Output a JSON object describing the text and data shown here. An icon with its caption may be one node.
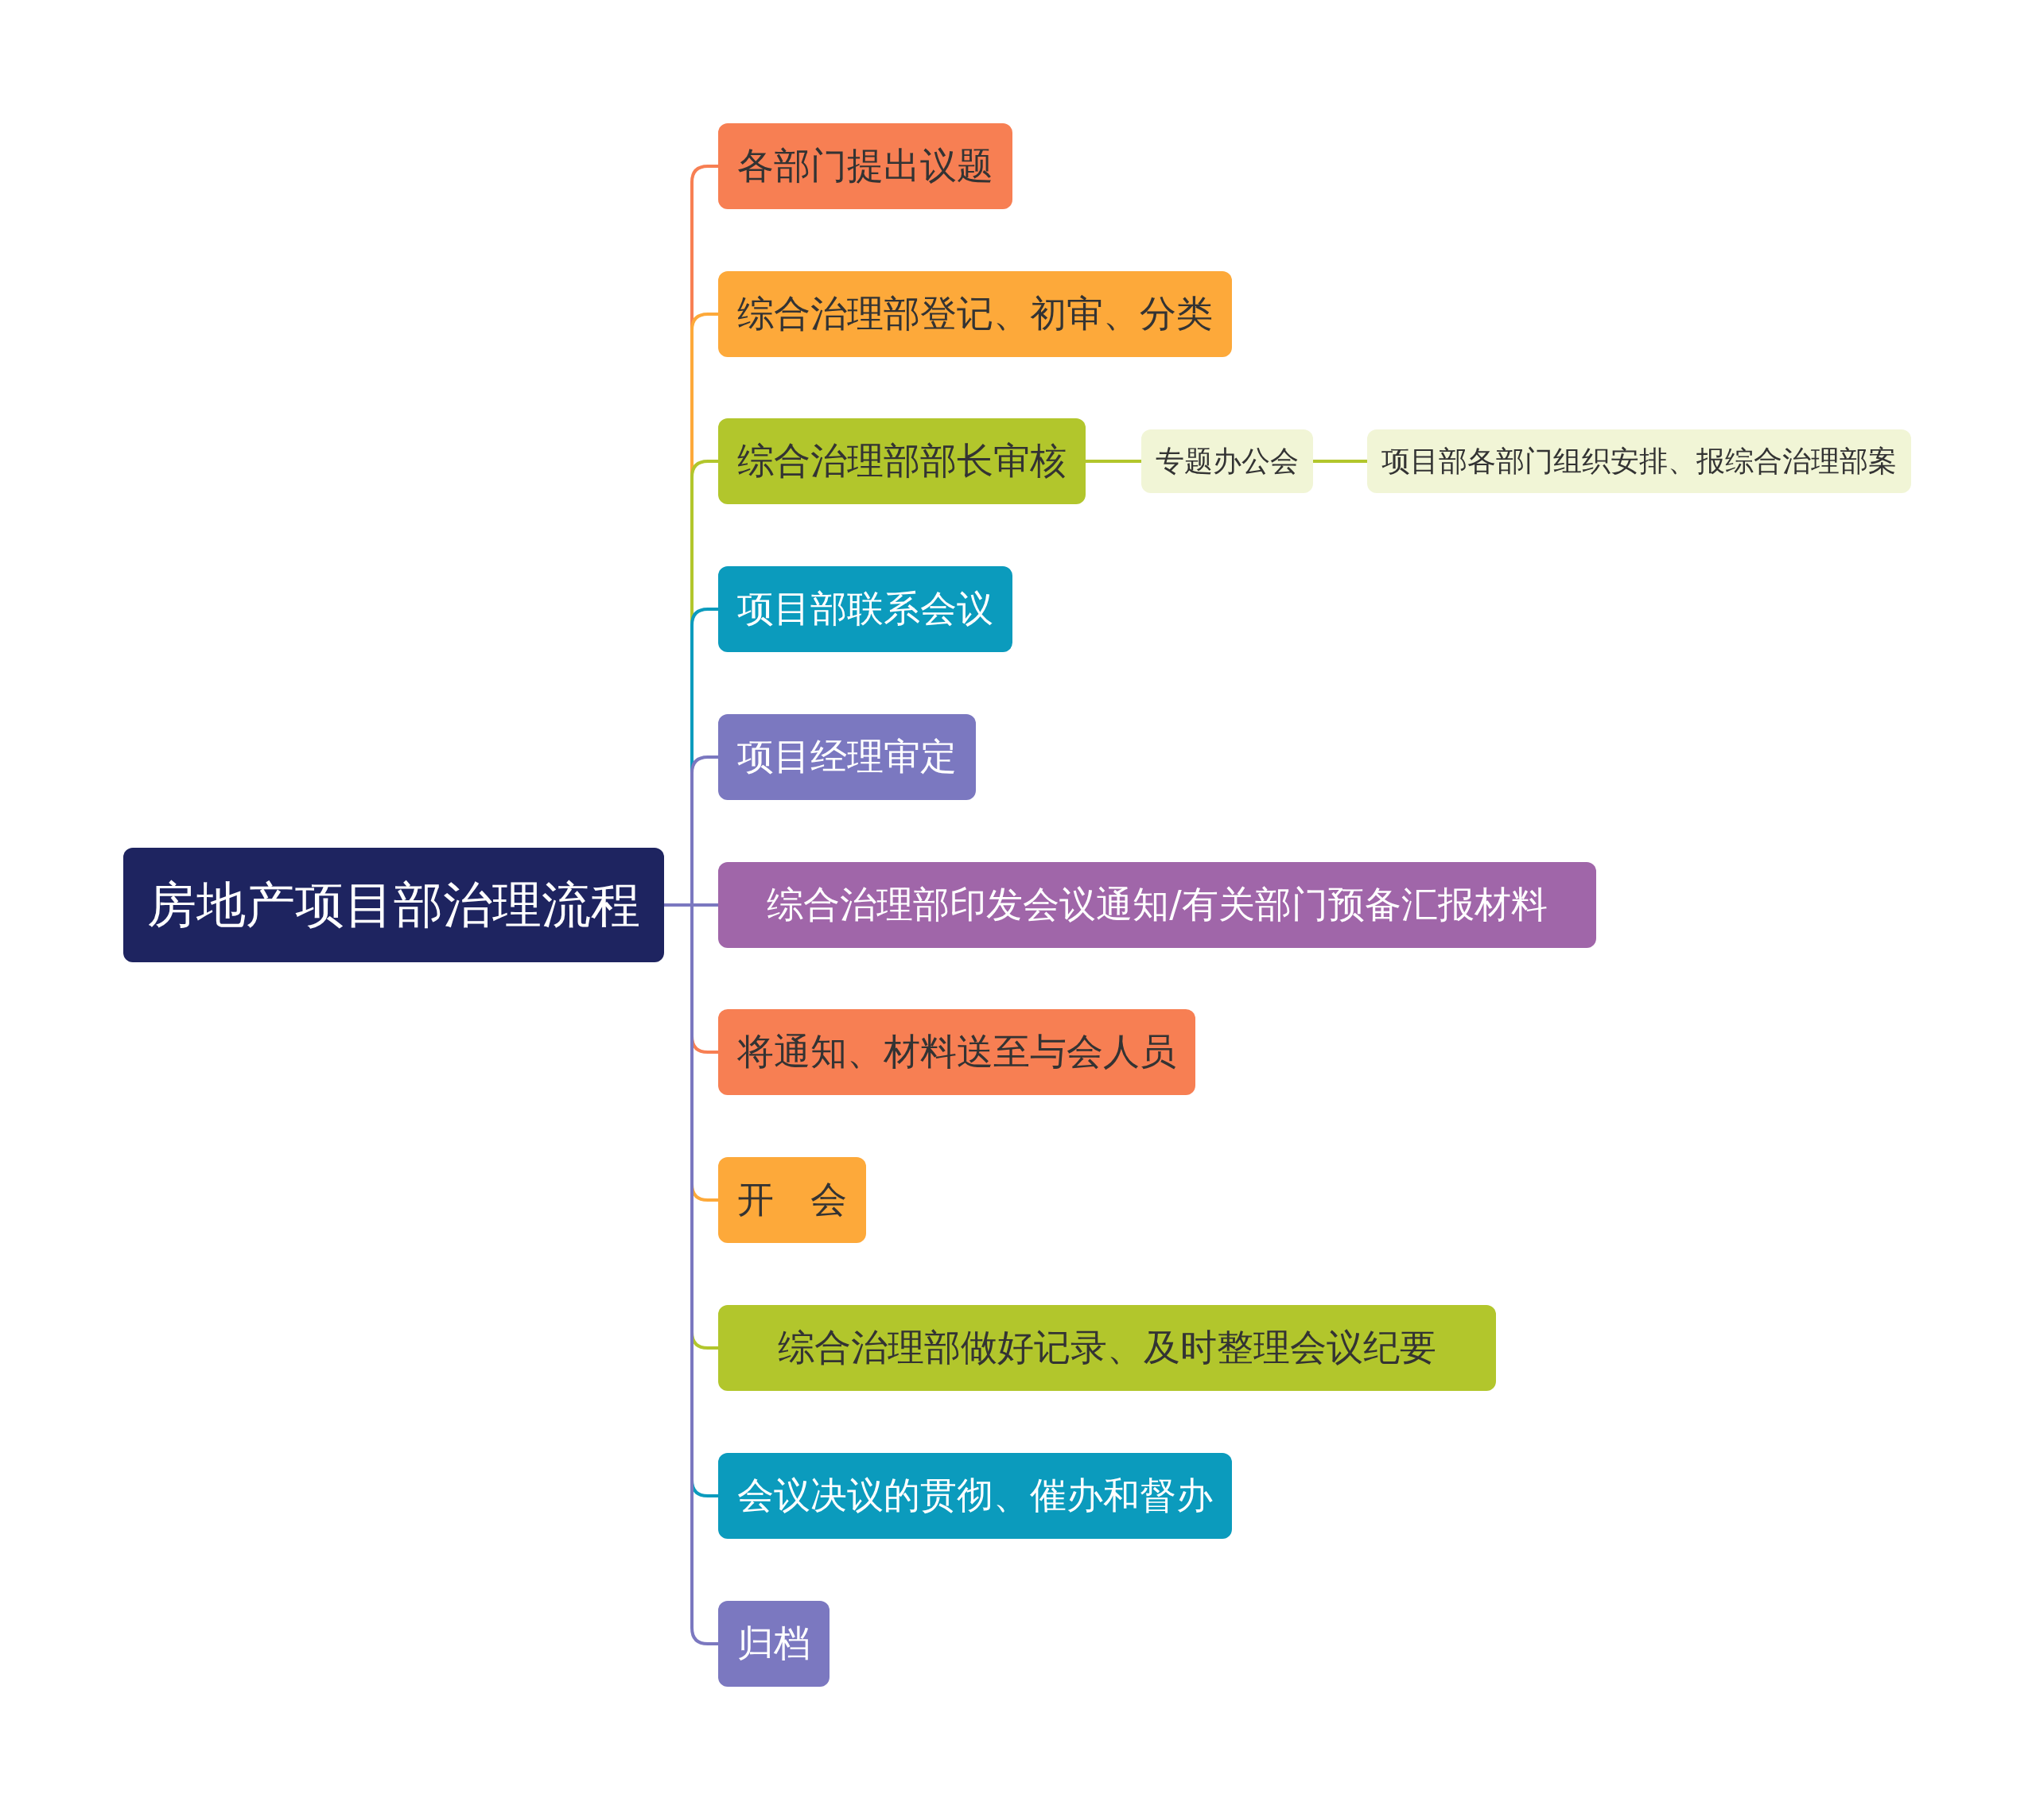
{
  "diagram": {
    "nodes": [
      {
        "text": [
          "房地产项目部治理流程"
        ]
      },
      {
        "text": [
          "各部门提出议题"
        ]
      },
      {
        "text": [
          "综合治理部登记、初审、分类"
        ]
      },
      {
        "text": [
          "综合治理部部长审核"
        ]
      },
      {
        "text": [
          "专题办公会"
        ]
      },
      {
        "text": [
          "项目部各部门组织安排、报综合治理部案"
        ]
      },
      {
        "text": [
          "项目部联系会议"
        ]
      },
      {
        "text": [
          "项目经理审定"
        ]
      },
      {
        "text": [
          "综合治理部印发会议通知/有关部门预备汇报材料"
        ]
      },
      {
        "text": [
          "将通知、材料送至与会人员"
        ]
      },
      {
        "text": [
          "开　会"
        ]
      },
      {
        "text": [
          "综合治理部做好记录、及时整理会议纪要"
        ]
      },
      {
        "text": [
          "会议决议的贯彻、催办和督办"
        ]
      },
      {
        "text": [
          "归档"
        ]
      }
    ],
    "edges": [
      {
        "from": 0,
        "to": 1,
        "arrow": "none",
        "color": "#f77f53"
      },
      {
        "from": 0,
        "to": 2,
        "arrow": "none",
        "color": "#fda93a"
      },
      {
        "from": 0,
        "to": 3,
        "arrow": "none",
        "color": "#b2c62c"
      },
      {
        "from": 3,
        "to": 4,
        "arrow": "none",
        "color": "#b2c62c"
      },
      {
        "from": 4,
        "to": 5,
        "arrow": "none",
        "color": "#b2c62c"
      },
      {
        "from": 0,
        "to": 6,
        "arrow": "none",
        "color": "#0b9bbd"
      },
      {
        "from": 0,
        "to": 7,
        "arrow": "none",
        "color": "#7b78c0"
      },
      {
        "from": 0,
        "to": 8,
        "arrow": "none",
        "color": "#7b78c0"
      },
      {
        "from": 0,
        "to": 9,
        "arrow": "none",
        "color": "#f77f53"
      },
      {
        "from": 0,
        "to": 10,
        "arrow": "none",
        "color": "#fda93a"
      },
      {
        "from": 0,
        "to": 11,
        "arrow": "none",
        "color": "#b2c62c"
      },
      {
        "from": 0,
        "to": 12,
        "arrow": "none",
        "color": "#0b9bbd"
      },
      {
        "from": 0,
        "to": 13,
        "arrow": "none",
        "color": "#7b78c0"
      }
    ]
  }
}
